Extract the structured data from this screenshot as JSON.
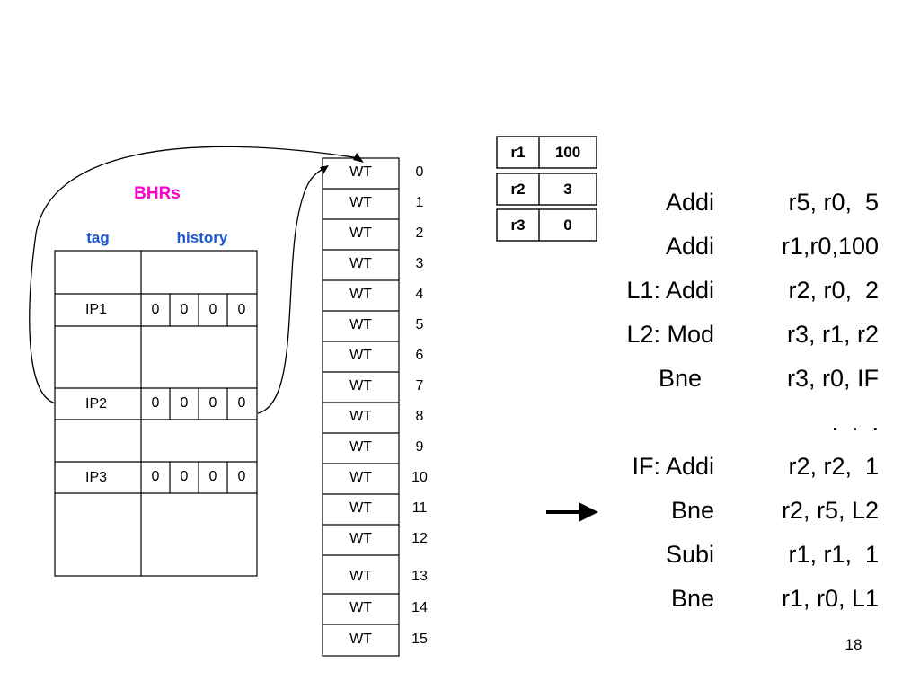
{
  "colors": {
    "bhr_title": "#ff00cc",
    "column_headers": "#1a56d6",
    "lines": "#000000"
  },
  "bhr": {
    "title": "BHRs",
    "tag_header": "tag",
    "history_header": "history",
    "rows": [
      {
        "tag": "",
        "bits": []
      },
      {
        "tag": "IP1",
        "bits": [
          "0",
          "0",
          "0",
          "0"
        ]
      },
      {
        "tag": "",
        "bits": []
      },
      {
        "tag": "IP2",
        "bits": [
          "0",
          "0",
          "0",
          "0"
        ]
      },
      {
        "tag": "",
        "bits": []
      },
      {
        "tag": "IP3",
        "bits": [
          "0",
          "0",
          "0",
          "0"
        ]
      },
      {
        "tag": "",
        "bits": []
      }
    ]
  },
  "pht": {
    "entries": [
      {
        "state": "WT",
        "index": "0"
      },
      {
        "state": "WT",
        "index": "1"
      },
      {
        "state": "WT",
        "index": "2"
      },
      {
        "state": "WT",
        "index": "3"
      },
      {
        "state": "WT",
        "index": "4"
      },
      {
        "state": "WT",
        "index": "5"
      },
      {
        "state": "WT",
        "index": "6"
      },
      {
        "state": "WT",
        "index": "7"
      },
      {
        "state": "WT",
        "index": "8"
      },
      {
        "state": "WT",
        "index": "9"
      },
      {
        "state": "WT",
        "index": "10"
      },
      {
        "state": "WT",
        "index": "11"
      },
      {
        "state": "WT",
        "index": "12"
      },
      {
        "state": "WT",
        "index": "13"
      },
      {
        "state": "WT",
        "index": "14"
      },
      {
        "state": "WT",
        "index": "15"
      }
    ]
  },
  "registers": [
    {
      "name": "r1",
      "value": "100"
    },
    {
      "name": "r2",
      "value": "3"
    },
    {
      "name": "r3",
      "value": "0"
    }
  ],
  "code": [
    {
      "label": "Addi",
      "operands": "r5, r0,  5"
    },
    {
      "label": "Addi",
      "operands": "r1,r0,100"
    },
    {
      "label": "L1: Addi",
      "operands": "r2, r0,  2"
    },
    {
      "label": "L2: Mod",
      "operands": "r3, r1, r2"
    },
    {
      "label": "Bne",
      "operands": "r3, r0, IF"
    },
    {
      "label": "",
      "operands": ".  .  ."
    },
    {
      "label": "IF: Addi",
      "operands": "r2, r2,  1"
    },
    {
      "label": "Bne",
      "operands": "r2, r5, L2"
    },
    {
      "label": "Subi",
      "operands": "r1, r1,  1"
    },
    {
      "label": "Bne",
      "operands": "r1, r0, L1"
    }
  ],
  "current_instruction_index": 7,
  "page_number": "18"
}
